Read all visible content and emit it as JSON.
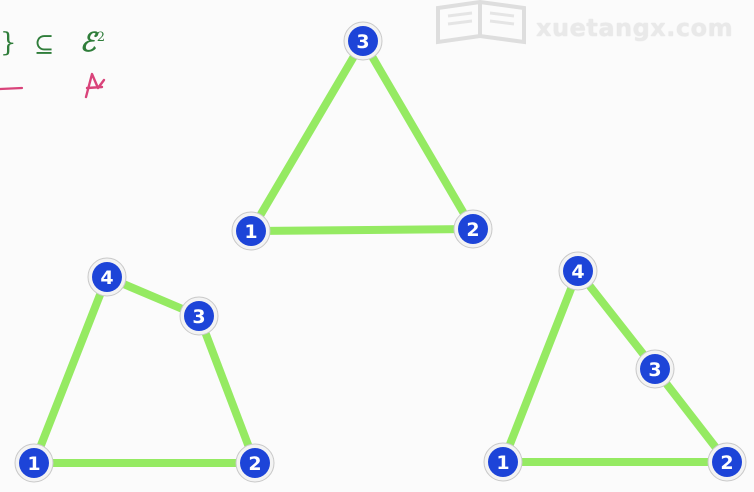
{
  "watermark": {
    "text": "xuetangx.com",
    "logo_icon": "book-logo-icon"
  },
  "formula": {
    "brace": "}",
    "subset": "⊆",
    "set_symbol": "ℰ",
    "exponent": "2",
    "annotation_mark": "A"
  },
  "colors": {
    "edge": "#95ea62",
    "node_fill": "#1d44d8",
    "node_ring": "#f3f3f3",
    "formula": "#2f7d3a",
    "annotation": "#d9437a"
  },
  "graphs": [
    {
      "id": "graph-top",
      "nodes": [
        {
          "label": "1"
        },
        {
          "label": "2"
        },
        {
          "label": "3"
        }
      ],
      "edges": [
        [
          "1",
          "2"
        ],
        [
          "2",
          "3"
        ],
        [
          "3",
          "1"
        ]
      ]
    },
    {
      "id": "graph-left",
      "nodes": [
        {
          "label": "1"
        },
        {
          "label": "2"
        },
        {
          "label": "3"
        },
        {
          "label": "4"
        }
      ],
      "edges": [
        [
          "1",
          "2"
        ],
        [
          "2",
          "3"
        ],
        [
          "3",
          "4"
        ],
        [
          "4",
          "1"
        ]
      ]
    },
    {
      "id": "graph-right",
      "nodes": [
        {
          "label": "1"
        },
        {
          "label": "2"
        },
        {
          "label": "3"
        },
        {
          "label": "4"
        }
      ],
      "edges": [
        [
          "1",
          "2"
        ],
        [
          "2",
          "3"
        ],
        [
          "3",
          "4"
        ],
        [
          "4",
          "1"
        ]
      ]
    }
  ]
}
